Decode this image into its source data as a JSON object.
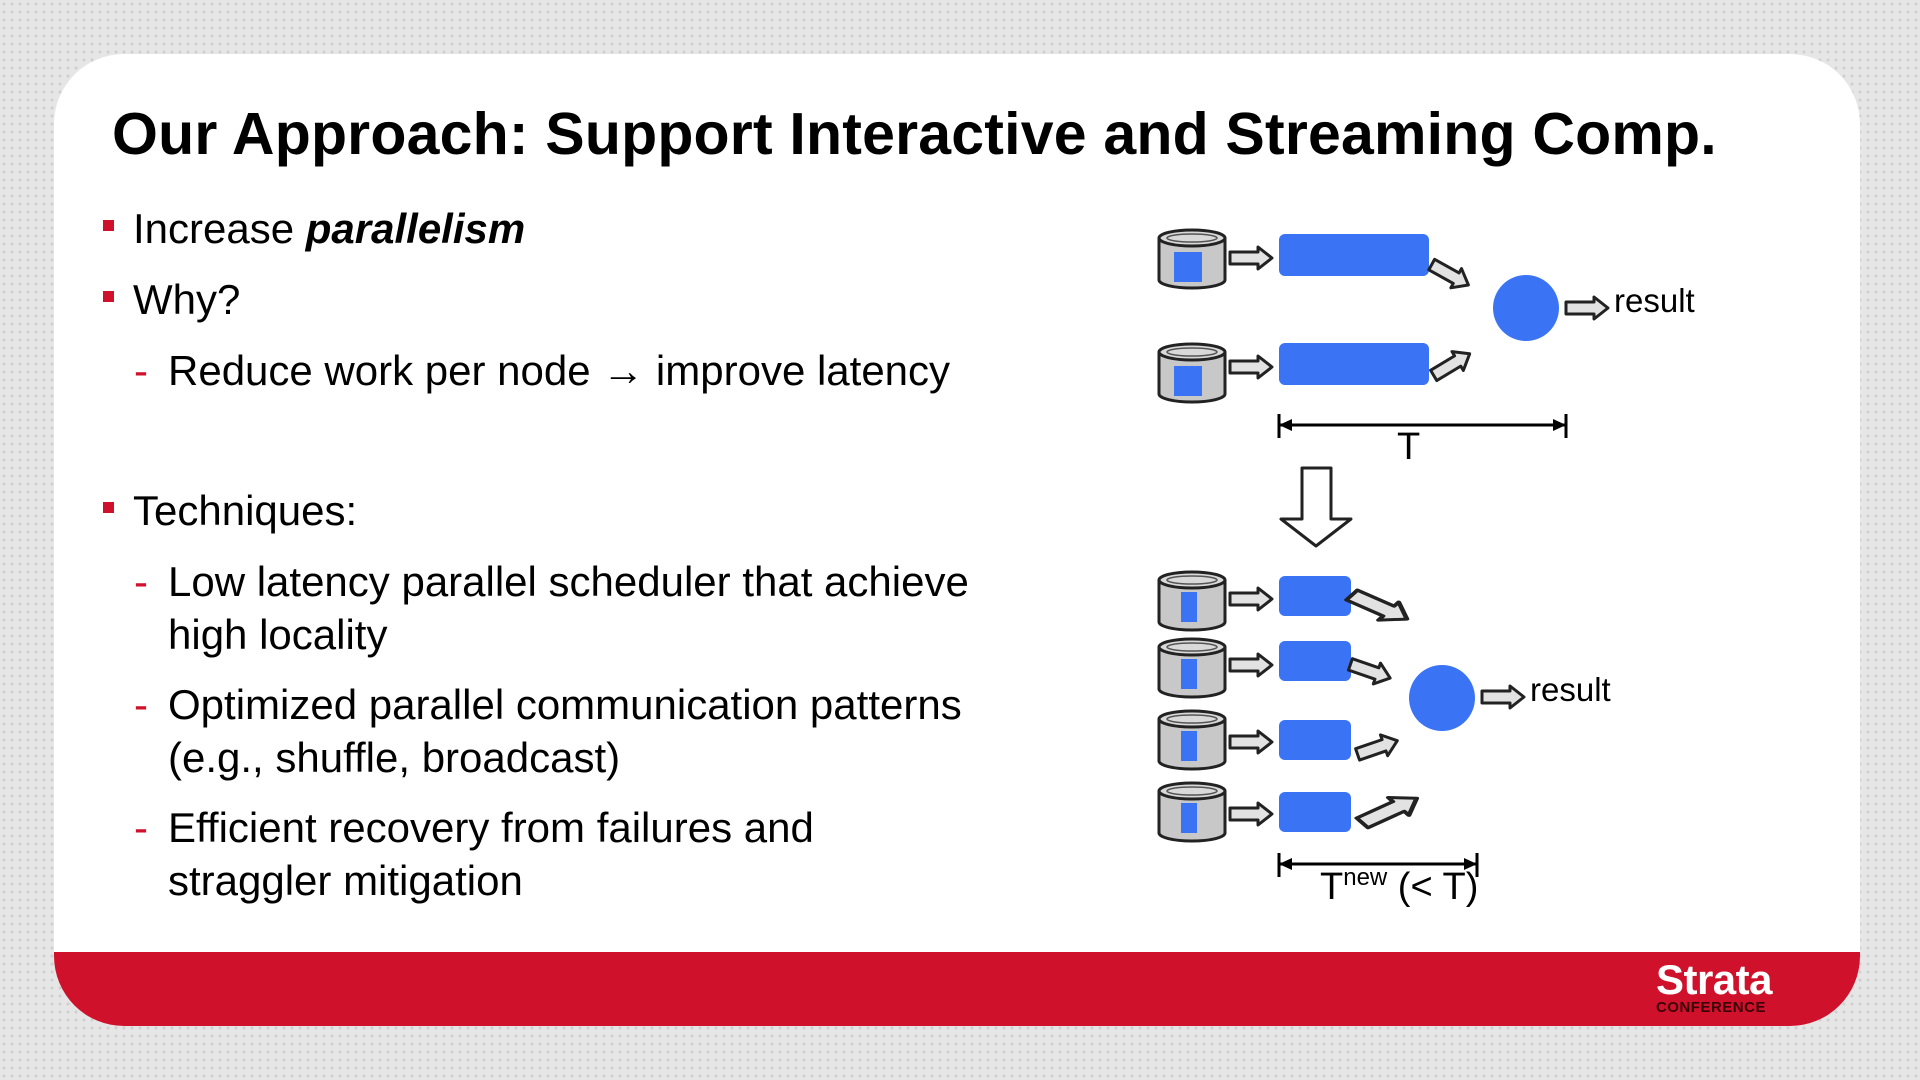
{
  "slide": {
    "title": "Our Approach: Support Interactive and Streaming Comp.",
    "bullets": {
      "b1_prefix": "Increase ",
      "b1_emph": "parallelism",
      "b2": "Why?",
      "b2_sub1": "Reduce work per node → improve latency",
      "b3": "Techniques:",
      "b3_sub1_l1": "Low latency parallel scheduler that achieve",
      "b3_sub1_l2": "high locality",
      "b3_sub2_l1": "Optimized parallel communication patterns",
      "b3_sub2_l2": "(e.g., shuffle, broadcast)",
      "b3_sub3_l1": "Efficient recovery from failures and",
      "b3_sub3_l2": "straggler mitigation",
      "dash": "-"
    },
    "diagram": {
      "top_result": "result",
      "top_time": "T",
      "bottom_result": "result",
      "bottom_time_base": "T",
      "bottom_time_sup": "new",
      "bottom_time_suffix": " (< T)"
    },
    "footer": {
      "logo_main": "Strata",
      "logo_sub": "CONFERENCE"
    }
  },
  "colors": {
    "accent_red": "#d0112b",
    "task_blue": "#3a74f5",
    "disk_gray": "#c8c8c8"
  }
}
